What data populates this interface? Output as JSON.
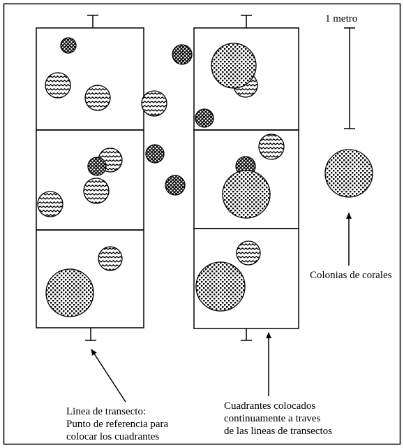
{
  "labels": {
    "scale": "1 metro",
    "colonies": "Colonias de corales",
    "transect_line": [
      "Linea de transecto:",
      "Punto de referencia para",
      "colocar los cuadrantes"
    ],
    "quadrats": [
      "Cuadrantes colocados",
      "continuamente a traves",
      "de las lineas de transectos"
    ]
  },
  "colony_types": [
    "crosshatch",
    "wavy",
    "dotted"
  ]
}
